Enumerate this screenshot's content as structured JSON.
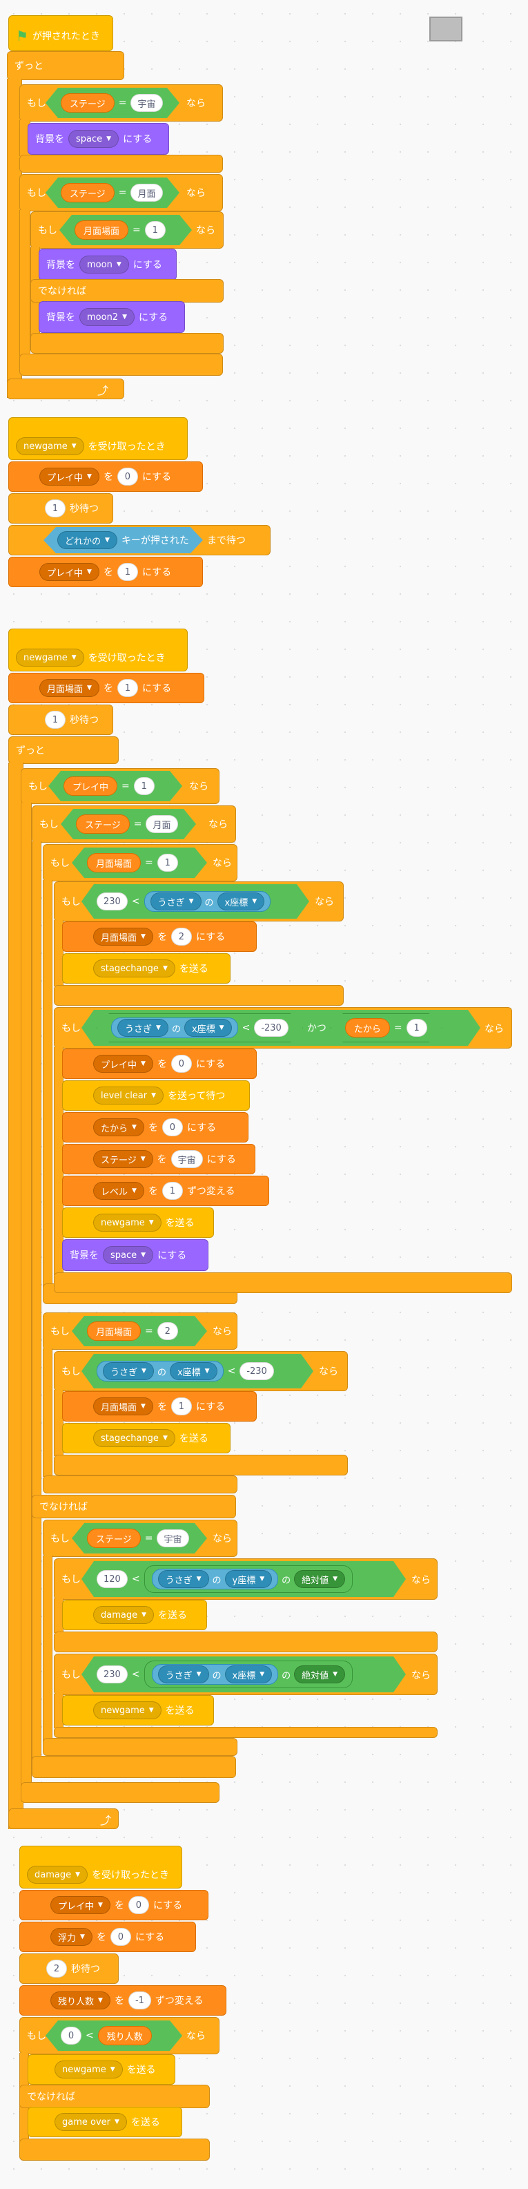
{
  "t": {
    "when_flag": "が押されたとき",
    "forever": "ずっと",
    "if": "もし",
    "then": "なら",
    "else": "でなければ",
    "backdrop_to": "背景を",
    "switch_suffix": "にする",
    "set_to": "を",
    "set_suffix": "にする",
    "change_suffix": "ずつ変える",
    "wait_suffix": "秒待つ",
    "wait_until_suffix": "まで待つ",
    "key_pressed": "キーが押された",
    "when_receive": "を受け取ったとき",
    "broadcast_suffix": "を送る",
    "broadcast_wait_suffix": "を送って待つ",
    "of": "の",
    "and": "かつ",
    "eq": "=",
    "lt": "<",
    "abs": "絶対値"
  },
  "v": {
    "stage": "ステージ",
    "space_jp": "宇宙",
    "moon_jp": "月面",
    "moon_scene": "月面場面",
    "playing": "プレイ中",
    "treasure": "たから",
    "level": "レベル",
    "float": "浮力",
    "lives": "残り人数",
    "rabbit": "うさぎ",
    "x_pos": "x座標",
    "y_pos": "y座標",
    "any": "どれかの"
  },
  "msg": {
    "newgame": "newgame",
    "stagechange": "stagechange",
    "levelclear": "level clear",
    "damage": "damage",
    "gameover": "game over"
  },
  "bd": {
    "space": "space",
    "moon": "moon",
    "moon2": "moon2"
  },
  "n": {
    "zero": "0",
    "one": "1",
    "two": "2",
    "m1": "-1",
    "m230": "-230",
    "p230": "230",
    "p120": "120"
  },
  "icons": {
    "flag": "green-flag-icon",
    "dropdown": "dropdown-arrow-icon",
    "loop": "loop-arrow-icon"
  },
  "colors": {
    "control": "#ffab19",
    "variables": "#ff8c1a",
    "looks": "#9966ff",
    "events": "#ffbf00",
    "sensing": "#5cb1d6",
    "operators": "#59c059"
  }
}
